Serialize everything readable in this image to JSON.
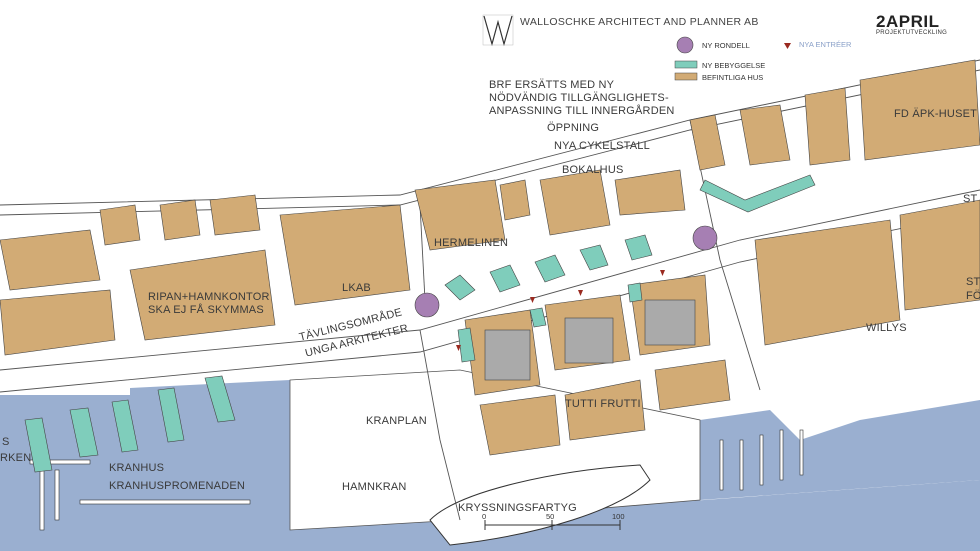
{
  "header": {
    "firm": "WALLOSCHKE ARCHITECT AND PLANNER AB",
    "brand": "2APRIL",
    "brand_sub": "PROJEKTUTVECKLING"
  },
  "legend": {
    "roundabout": "NY RONDELL",
    "entrances": "NYA ENTRÉER",
    "new_buildings": "NY BEBYGGELSE",
    "existing": "BEFINTLIGA HUS"
  },
  "colors": {
    "existing": "#d2ab75",
    "new": "#7fcdbb",
    "roundabout": "#a67fb3",
    "water": "#9aafd0",
    "entrance": "#9a2a20",
    "courtyard": "#aaaaaa"
  },
  "labels": {
    "brf_1": "BRF ERSÄTTS MED NY",
    "brf_2": "NÖDVÄNDIG TILLGÄNGLIGHETS-",
    "brf_3": "ANPASSNING TILL INNERGÅRDEN",
    "opening": "ÖPPNING",
    "bike": "NYA CYKELSTALL",
    "bokalhus": "BOKALHUS",
    "fd_apk": "FD ÄPK-HUSET",
    "hermelinen": "HERMELINEN",
    "lkab": "LKAB",
    "ripan_1": "RIPAN+HAMNKONTOR",
    "ripan_2": "SKA EJ FÅ SKYMMAS",
    "tavling_1": "TÄVLINGSOMRÅDE",
    "tavling_2": "UNGA ARKITEKTER",
    "willys": "WILLYS",
    "tutti": "TUTTI FRUTTI",
    "kranplan": "KRANPLAN",
    "kranhus": "KRANHUS",
    "kranhuspromenaden": "KRANHUSPROMENADEN",
    "hamnkran": "HAMNKRAN",
    "kryssning": "KRYSSNINGSFARTYG",
    "left_1": "S",
    "left_2": "RKEN",
    "right_st": "ST",
    "right_st2": "ST",
    "right_fo": "FÖ"
  },
  "scale": {
    "t0": "0",
    "t50": "50",
    "t100": "100"
  }
}
